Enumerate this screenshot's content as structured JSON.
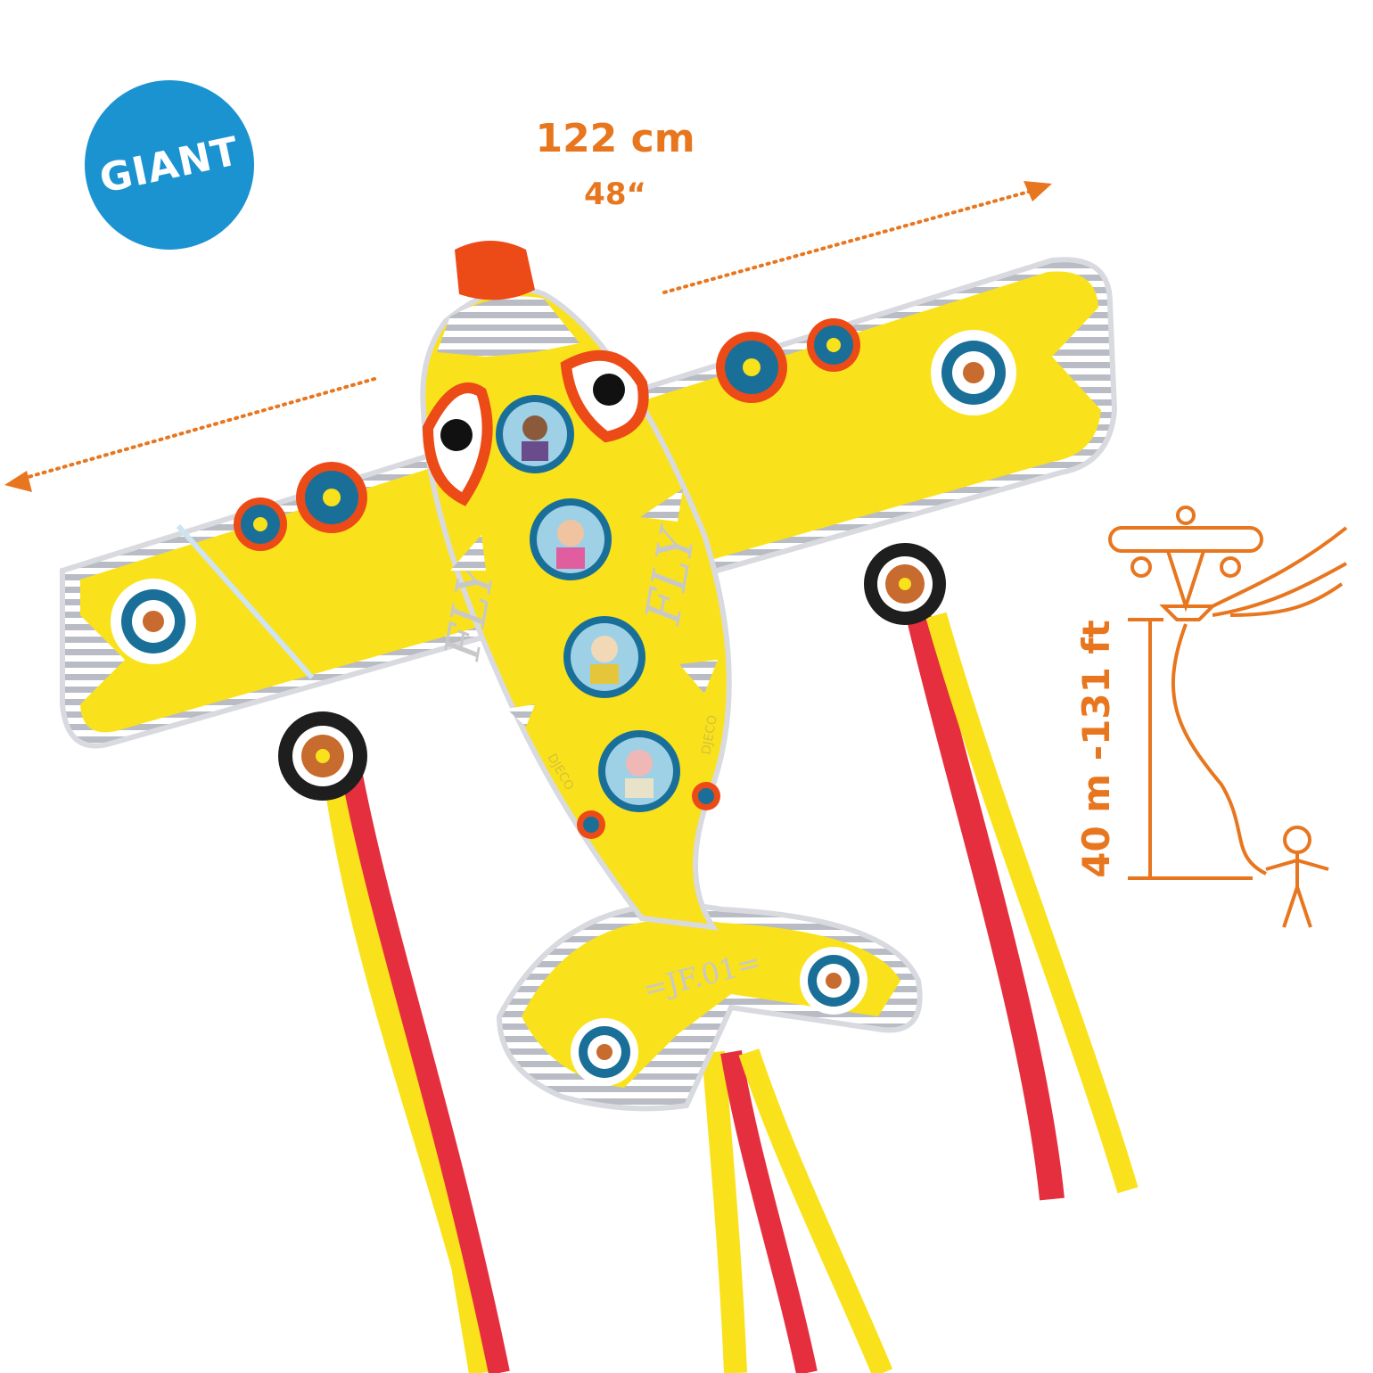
{
  "badge": {
    "label": "GIANT",
    "color": "#1b93d1"
  },
  "dimensions": {
    "width_cm": "122 cm",
    "width_in": "48“",
    "height": "40 m -131 ft",
    "accent_color": "#e8761f"
  },
  "kite": {
    "body_color": "#f9e21b",
    "nose_color": "#ec4a17",
    "tail_code": "=JF.01=",
    "fly_text_left": "FLY",
    "fly_text_right": "FLY",
    "brand_left": "DJECO",
    "brand_right": "DJECO",
    "streamer_colors": [
      "#e52f3f",
      "#f9e21b"
    ],
    "icons": [
      "roundel-icon",
      "wheel-icon",
      "engine-icon",
      "pilot-porthole-icon",
      "eye-icon"
    ]
  }
}
